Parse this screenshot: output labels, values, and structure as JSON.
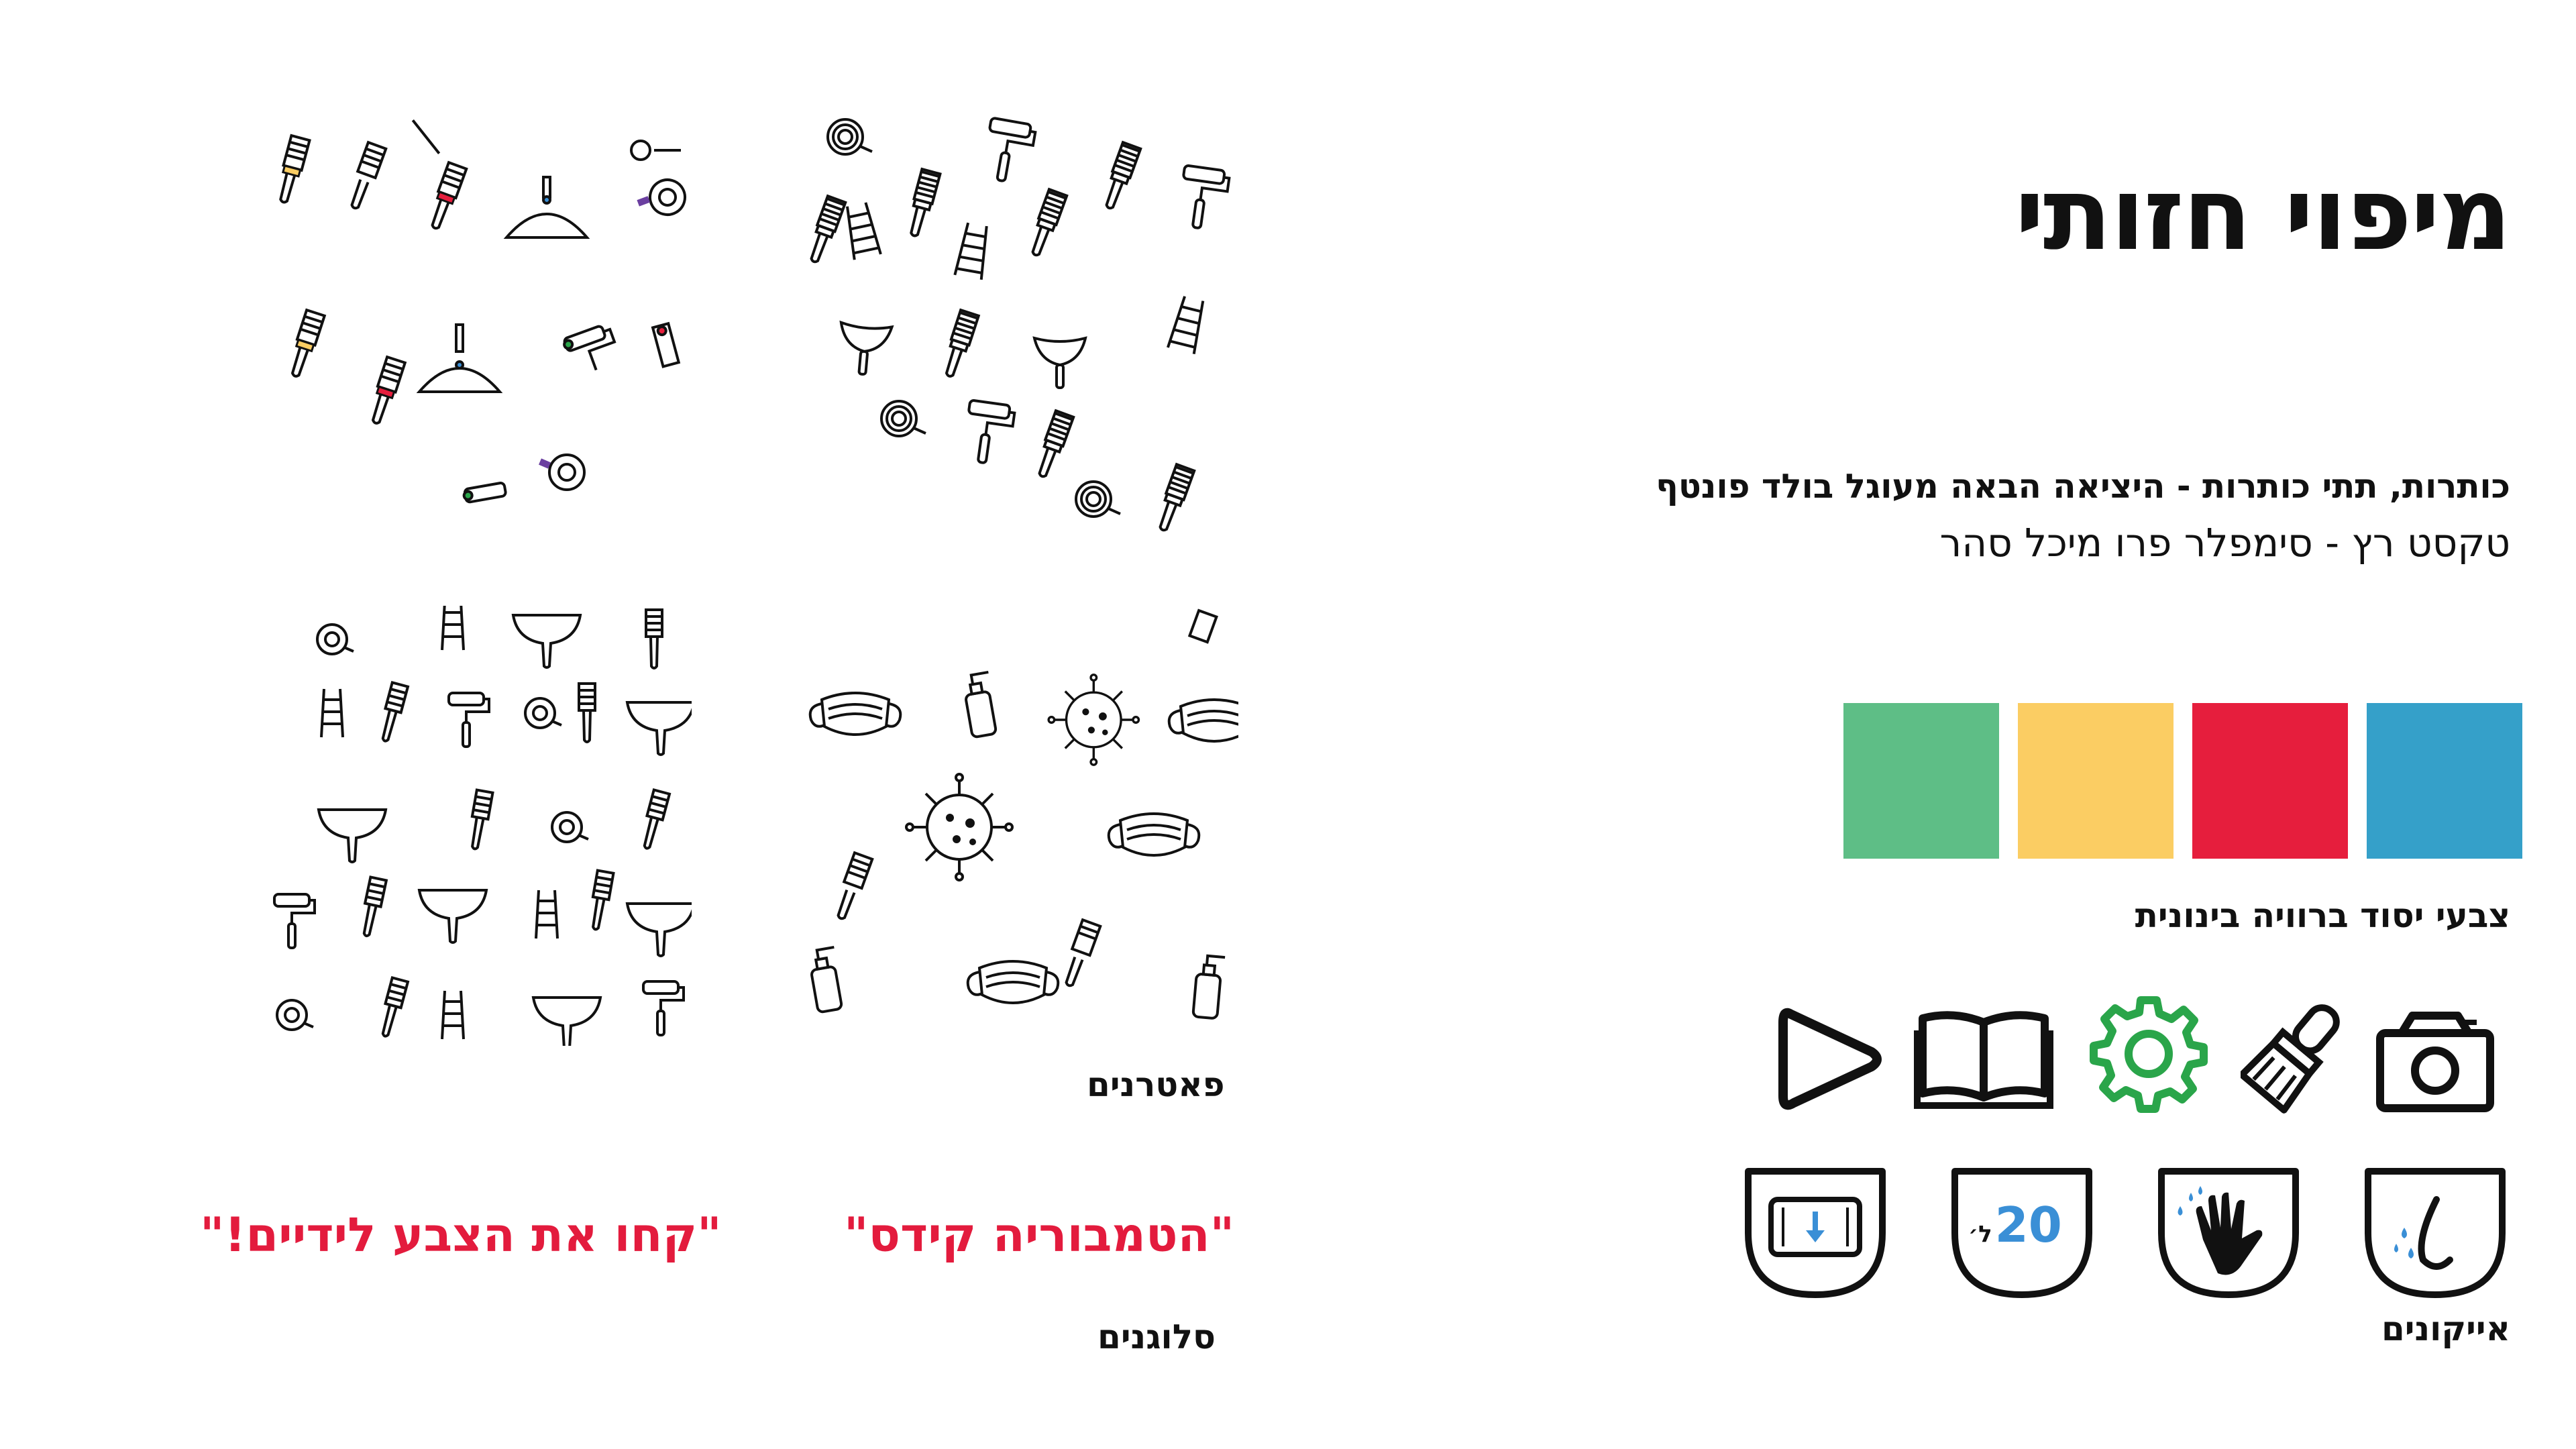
{
  "page": {
    "title": "מיפוי חזותי",
    "typography_line1": "כותרות, תתי כותרות - היציאה הבאה מעוגל בולד פונטף",
    "typography_line2": "טקסט רץ - סימפלר פרו מיכל סהר"
  },
  "palette": {
    "label": "צבעי יסוד ברוויה בינונית",
    "colors": [
      "#35a0c9",
      "#e61e3d",
      "#fbcd63",
      "#5ebe86"
    ]
  },
  "icons_section": {
    "label": "אייקונים",
    "row1": [
      "camera-icon",
      "paint-brush-icon",
      "gear-icon",
      "open-book-icon",
      "play-icon"
    ],
    "row2": [
      "nose-drops-icon",
      "hand-washing-icon",
      "twenty-liters-icon",
      "tablet-download-icon"
    ],
    "liters_number": "20",
    "liters_unit": "ל׳",
    "gear_color": "#2aa54a",
    "accent_blue": "#3a8fd6"
  },
  "patterns_section": {
    "label": "פאטרנים",
    "items": [
      "tools-pattern-bw",
      "tools-pattern-color",
      "covid-pattern",
      "tools-pattern-grid"
    ]
  },
  "slogans_section": {
    "label": "סלוגנים",
    "slogans": [
      "\"הטמבוריה קידס\"",
      "\"קחו את הצבע לידיים!\""
    ],
    "color": "#e31b3d"
  }
}
